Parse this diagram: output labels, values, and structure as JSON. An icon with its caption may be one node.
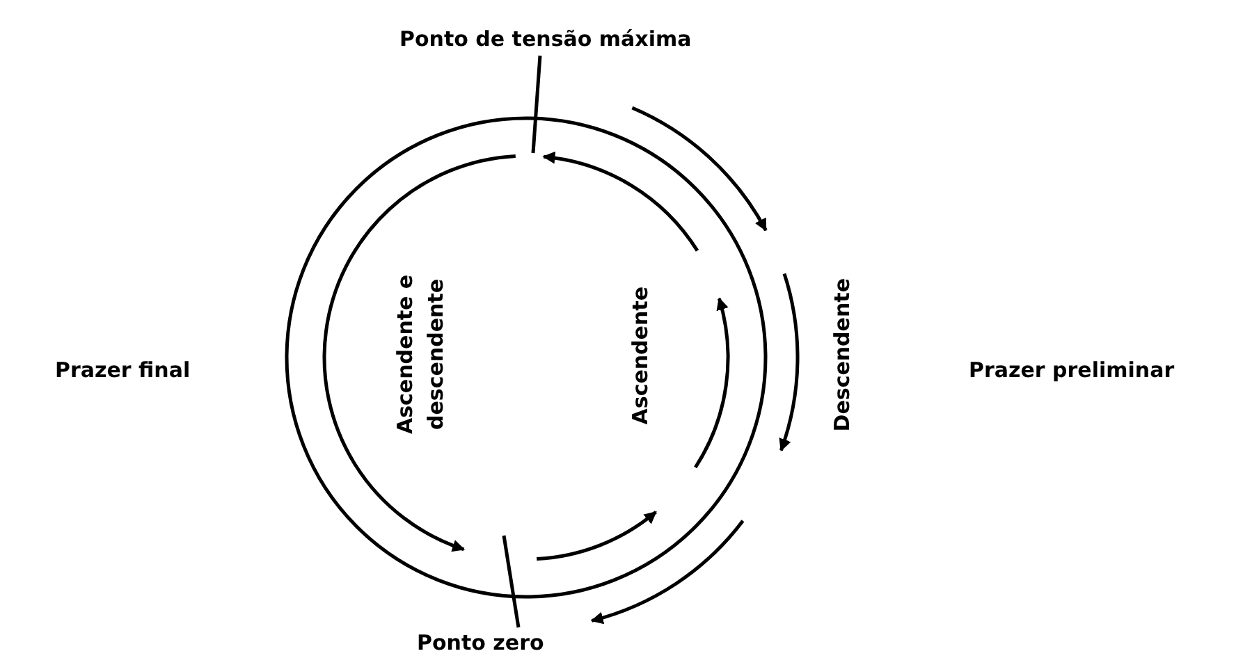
{
  "diagram": {
    "nodes": [
      {
        "text": [
          "Ponto de tensão máxima"
        ]
      },
      {
        "text": [
          "Ponto zero"
        ]
      }
    ],
    "edges": [
      {
        "from": 0,
        "to": null,
        "arrow": "none"
      },
      {
        "from": 1,
        "to": null,
        "arrow": "none"
      }
    ],
    "labels": [
      "Prazer final",
      "Ascendente e descendente",
      "Ascendente",
      "Descendente",
      "Prazer preliminar"
    ]
  }
}
